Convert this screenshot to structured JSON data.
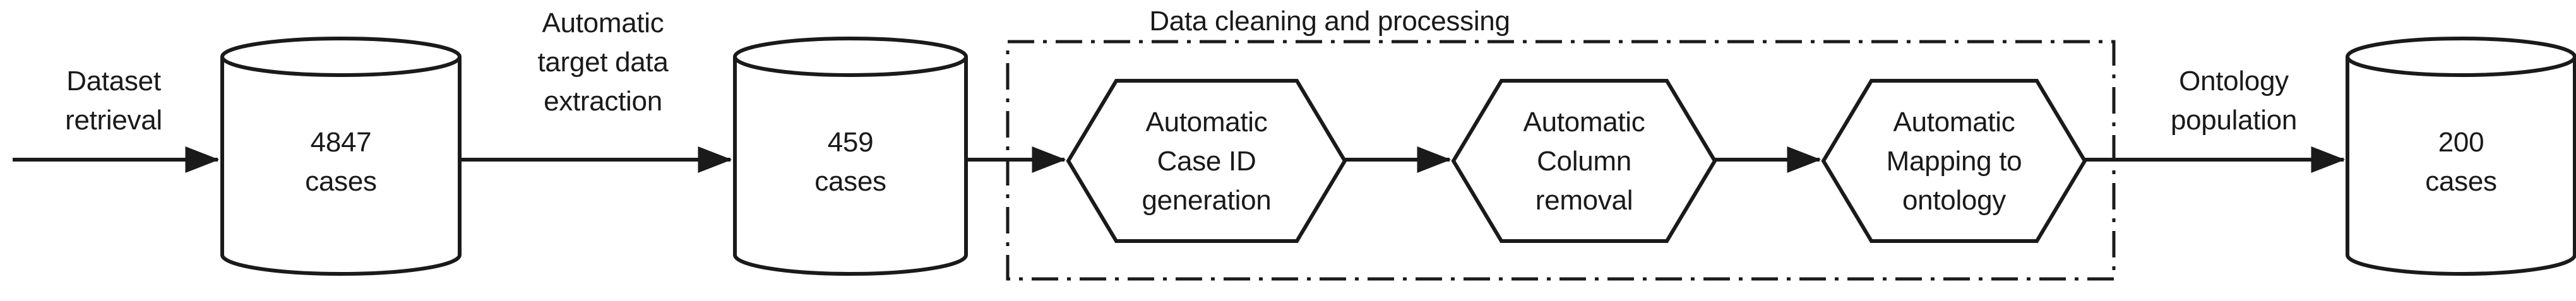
{
  "diagram": {
    "title_hidden": "",
    "stroke_color": "#1a1a1a",
    "background_color": "#ffffff",
    "group": {
      "label": "Data cleaning and processing",
      "border_style": "dash-dot"
    },
    "edges": [
      {
        "label": "Dataset\nretrieval"
      },
      {
        "label": "Automatic\ntarget data\nextraction"
      },
      {
        "label": ""
      },
      {
        "label": ""
      },
      {
        "label": ""
      },
      {
        "label": "Ontology\npopulation"
      }
    ],
    "nodes": [
      {
        "shape": "cylinder",
        "label": "4847\ncases",
        "value": "4847",
        "unit": "cases"
      },
      {
        "shape": "cylinder",
        "label": "459\ncases",
        "value": "459",
        "unit": "cases"
      },
      {
        "shape": "hexagon",
        "label": "Automatic\nCase ID\ngeneration"
      },
      {
        "shape": "hexagon",
        "label": "Automatic\nColumn\nremoval"
      },
      {
        "shape": "hexagon",
        "label": "Automatic\nMapping to\nontology"
      },
      {
        "shape": "cylinder",
        "label": "200\ncases",
        "value": "200",
        "unit": "cases"
      }
    ]
  }
}
